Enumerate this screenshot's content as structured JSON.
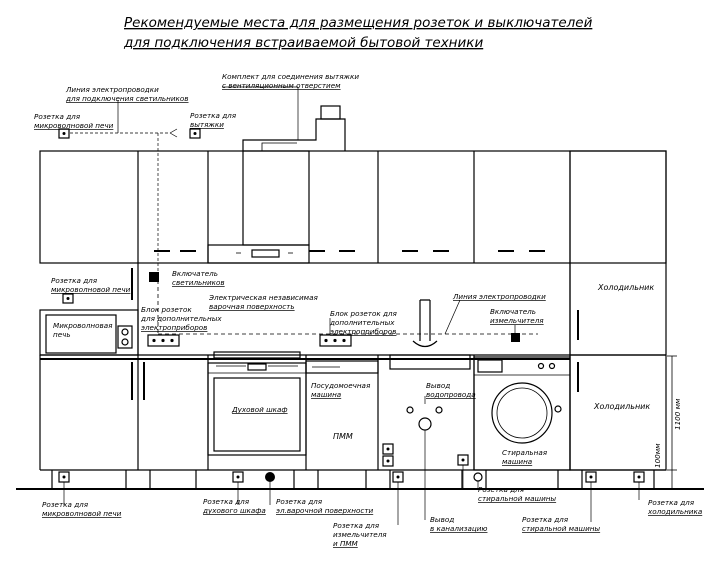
{
  "title": {
    "line1": "Рекомендуемые места для размещения розеток и выключателей",
    "line2": "для подключения встраиваемой бытовой техники"
  },
  "labels": {
    "hood_kit": [
      "Комплект для соединения вытяжки",
      "с вентиляционным отверстием"
    ],
    "light_line": [
      "Линия электропроводки",
      "для подключения светильников"
    ],
    "socket_micro_top": [
      "Розетка для",
      "микроволновой печи"
    ],
    "socket_hood": [
      "Розетка для",
      "вытяжки"
    ],
    "switch_lights": [
      "Включатель",
      "светильников"
    ],
    "socket_micro_mid": [
      "Розетка для",
      "микроволновой печи"
    ],
    "microwave": [
      "Микроволновая",
      "печь"
    ],
    "block_extra_left": [
      "Блок розеток",
      "для дополнительных",
      "электроприборов"
    ],
    "independent_hob": [
      "Электрическая независимая",
      "варочная поверхность"
    ],
    "block_extra_mid": [
      "Блок розеток для",
      "дополнительных",
      "электроприборов"
    ],
    "wiring_line": "Линия электропроводки",
    "switch_chopper": [
      "Включатель",
      "измельчителя"
    ],
    "fridge_top": "Холодильник",
    "fridge_bottom": "Холодильник",
    "oven": "Духовой шкаф",
    "dishwasher": [
      "Посудомоечная",
      "машина"
    ],
    "pmm": "ПММ",
    "water_outlet": [
      "Вывод",
      "водопровода"
    ],
    "washer": [
      "Стиральная",
      "машина"
    ],
    "dim_1100": "1100 мм",
    "dim_100": "100мм",
    "socket_micro_bottom": [
      "Розетка для",
      "микроволновой печи"
    ],
    "socket_oven": [
      "Розетка для",
      "духового шкафа"
    ],
    "socket_hob": [
      "Розетка для",
      "эл.варочной поверхности"
    ],
    "socket_chopper_pmm": [
      "Розетка для",
      "измельчителя",
      "и ПММ"
    ],
    "drain_outlet": [
      "Вывод",
      "в канализацию"
    ],
    "socket_washer_mid": [
      "Розетка для",
      "стиральной машины"
    ],
    "socket_washer_bottom": [
      "Розетка для",
      "стиральной машины"
    ],
    "socket_fridge": [
      "Розетка для",
      "холодильника"
    ]
  }
}
